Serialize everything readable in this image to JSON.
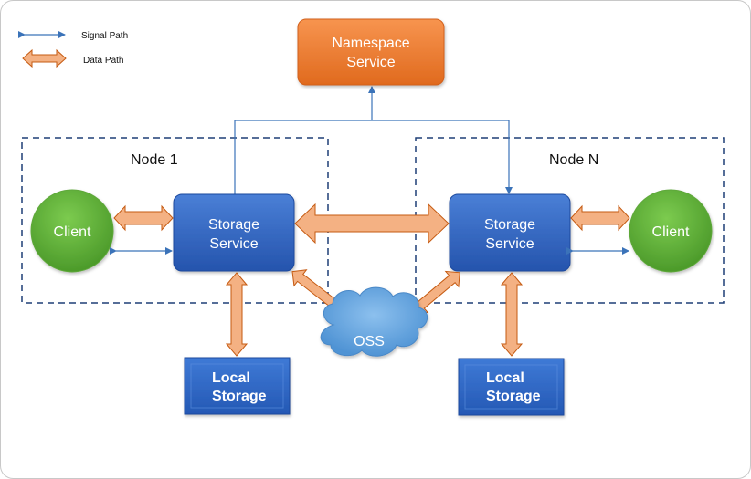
{
  "legend": {
    "signal_label": "Signal Path",
    "data_label": "Data Path"
  },
  "namespace": {
    "line1": "Namespace",
    "line2": "Service"
  },
  "node1": {
    "title": "Node 1"
  },
  "nodeN": {
    "title": "Node N"
  },
  "storage_left": {
    "line1": "Storage",
    "line2": "Service"
  },
  "storage_right": {
    "line1": "Storage",
    "line2": "Service"
  },
  "client_left": {
    "label": "Client"
  },
  "client_right": {
    "label": "Client"
  },
  "oss": {
    "label": "OSS"
  },
  "local_left": {
    "line1": "Local",
    "line2": "Storage"
  },
  "local_right": {
    "line1": "Local",
    "line2": "Storage"
  },
  "colors": {
    "signal": "#3b73b9",
    "data_fill": "#f4b183",
    "data_stroke": "#c55a11",
    "namespace": "#ed7d31",
    "storage": "#2f5fbf",
    "client": "#5aa832",
    "oss": "#5b9bd5",
    "local": "#2e66c2",
    "node_border": "#1f3f77"
  }
}
